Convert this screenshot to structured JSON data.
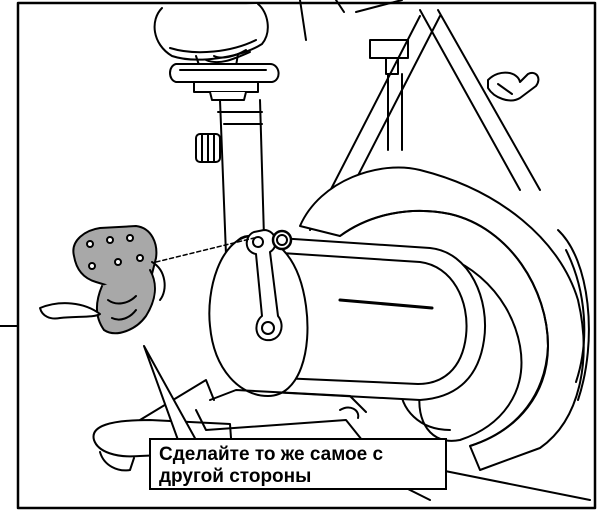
{
  "instruction": {
    "line1": "Сделайте то же самое с",
    "line2": "другой стороны"
  },
  "icons": [
    "exercise-bike-illustration",
    "pedal-icon",
    "crank-arm-icon",
    "leader-arrow-icon"
  ],
  "colors": {
    "line": "#000000",
    "background": "#ffffff",
    "pedal_fill": "#a8a8a8",
    "shade": "#e6e6e6"
  }
}
